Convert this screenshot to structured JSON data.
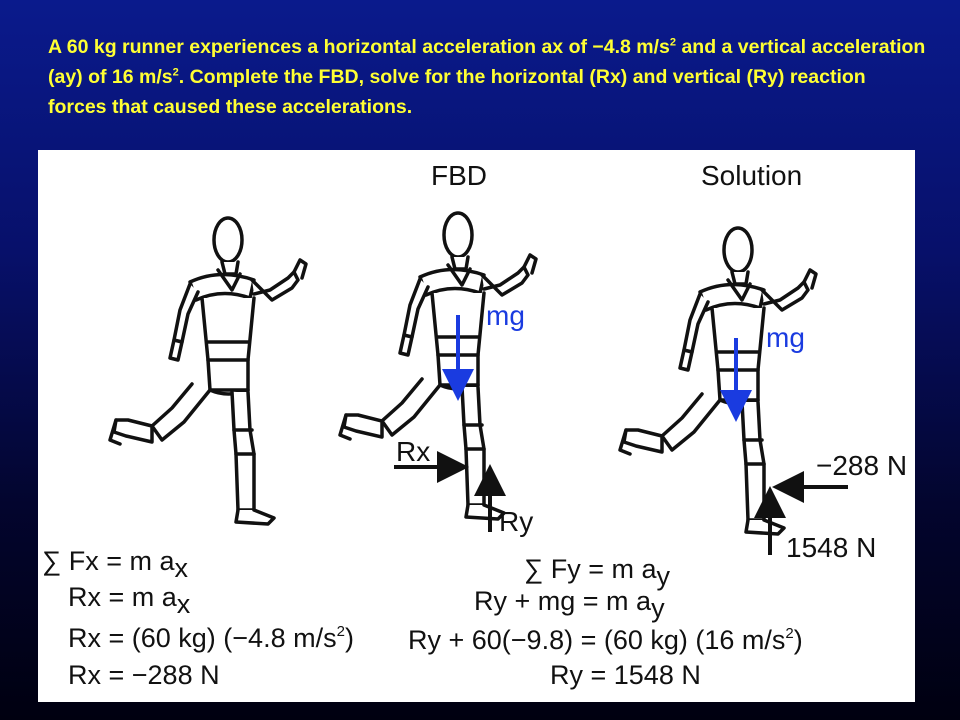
{
  "problem": {
    "part1": "A 60 kg runner experiences a horizontal acceleration ax of −4.8 m/s",
    "exp1": "2",
    "part2": " and a vertical acceleration (ay) of 16 m/s",
    "exp2": "2",
    "part3": ". Complete the FBD, solve for the horizontal (Rx) and vertical (Ry) reaction forces that caused these accelerations."
  },
  "headings": {
    "fbd": "FBD",
    "solution": "Solution"
  },
  "fbd_labels": {
    "mg": "mg",
    "rx": "Rx",
    "ry": "Ry"
  },
  "solution_labels": {
    "mg": "mg",
    "rx_value": "−288 N",
    "ry_value": "1548 N"
  },
  "equations_x": {
    "line1_pre": "∑ Fx = m a",
    "line1_sub": "x",
    "line2_pre": "Rx = m a",
    "line2_sub": "x",
    "line3_pre": "Rx = (60 kg) (−4.8 m/s",
    "line3_exp": "2",
    "line3_post": ")",
    "line4": "Rx = −288 N"
  },
  "equations_y": {
    "line1_pre": "∑ Fy = m a",
    "line1_sub": "y",
    "line2_pre": "Ry + mg = m a",
    "line2_sub": "y",
    "line3_pre": "Ry + 60(−9.8) = (60 kg) (16 m/s",
    "line3_exp": "2",
    "line3_post": ")",
    "line4": "Ry = 1548 N"
  },
  "colors": {
    "problem_text": "#ffff33",
    "force_arrow_mg": "#1a3be0",
    "reaction_arrows": "#000000"
  }
}
